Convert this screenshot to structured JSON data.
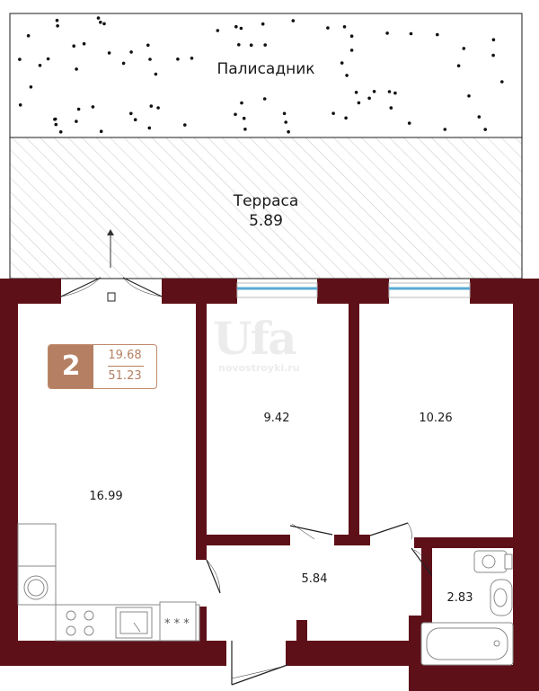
{
  "outdoor": {
    "garden_label": "Палисадник",
    "terrace_label": "Терраса",
    "terrace_area": "5.89"
  },
  "apartment": {
    "rooms_count": "2",
    "living_area": "19.68",
    "total_area": "51.23"
  },
  "rooms": {
    "kitchen_living_area": "16.99",
    "bedroom_small_area": "9.42",
    "bedroom_large_area": "10.26",
    "hall_area": "5.84",
    "bathroom_area": "2.83"
  },
  "watermark": {
    "logo_text": "Ufa",
    "site_text": "novostroyki.ru"
  },
  "colors": {
    "wall": "#5e1018",
    "accent": "#b47f62",
    "window": "#5aa9d6"
  }
}
